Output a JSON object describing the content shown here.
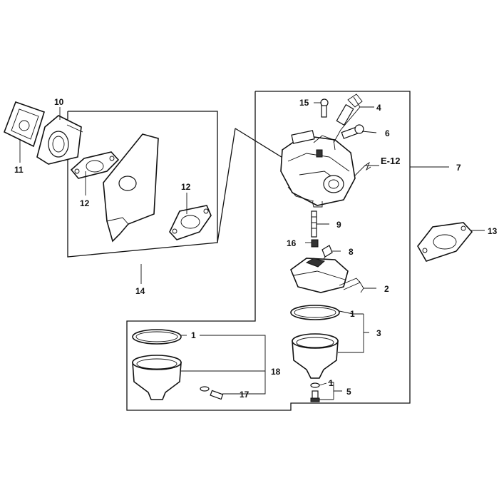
{
  "ref_label": "E-12",
  "callouts": {
    "c1a": "1",
    "c1b": "1",
    "c1c": "1",
    "c2": "2",
    "c3": "3",
    "c4": "4",
    "c5": "5",
    "c6": "6",
    "c7": "7",
    "c8": "8",
    "c9": "9",
    "c10": "10",
    "c11": "11",
    "c12a": "12",
    "c12b": "12",
    "c13": "13",
    "c14": "14",
    "c15": "15",
    "c16": "16",
    "c17": "17",
    "c18": "18"
  }
}
